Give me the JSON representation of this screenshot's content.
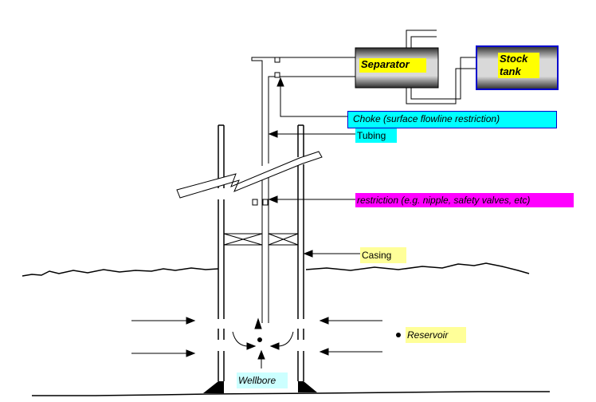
{
  "labels": {
    "separator": "Separator",
    "stock_tank": "Stock tank",
    "choke": "Choke (surface flowline restriction)",
    "tubing": "Tubing",
    "restriction": "restriction (e.g. nipple, safety valves, etc)",
    "casing": "Casing",
    "reservoir": "Reservoir",
    "wellbore": "Wellbore"
  },
  "colors": {
    "yellow_label": "#ffff00",
    "pale_yellow_label": "#ffff99",
    "cyan_label": "#00ffff",
    "magenta_label": "#ff00ff",
    "wellbore_label": "#ccffff",
    "vessel_dark": "#3a3a3a",
    "vessel_light": "#d8d8d8",
    "tank_border": "#0000cc"
  }
}
